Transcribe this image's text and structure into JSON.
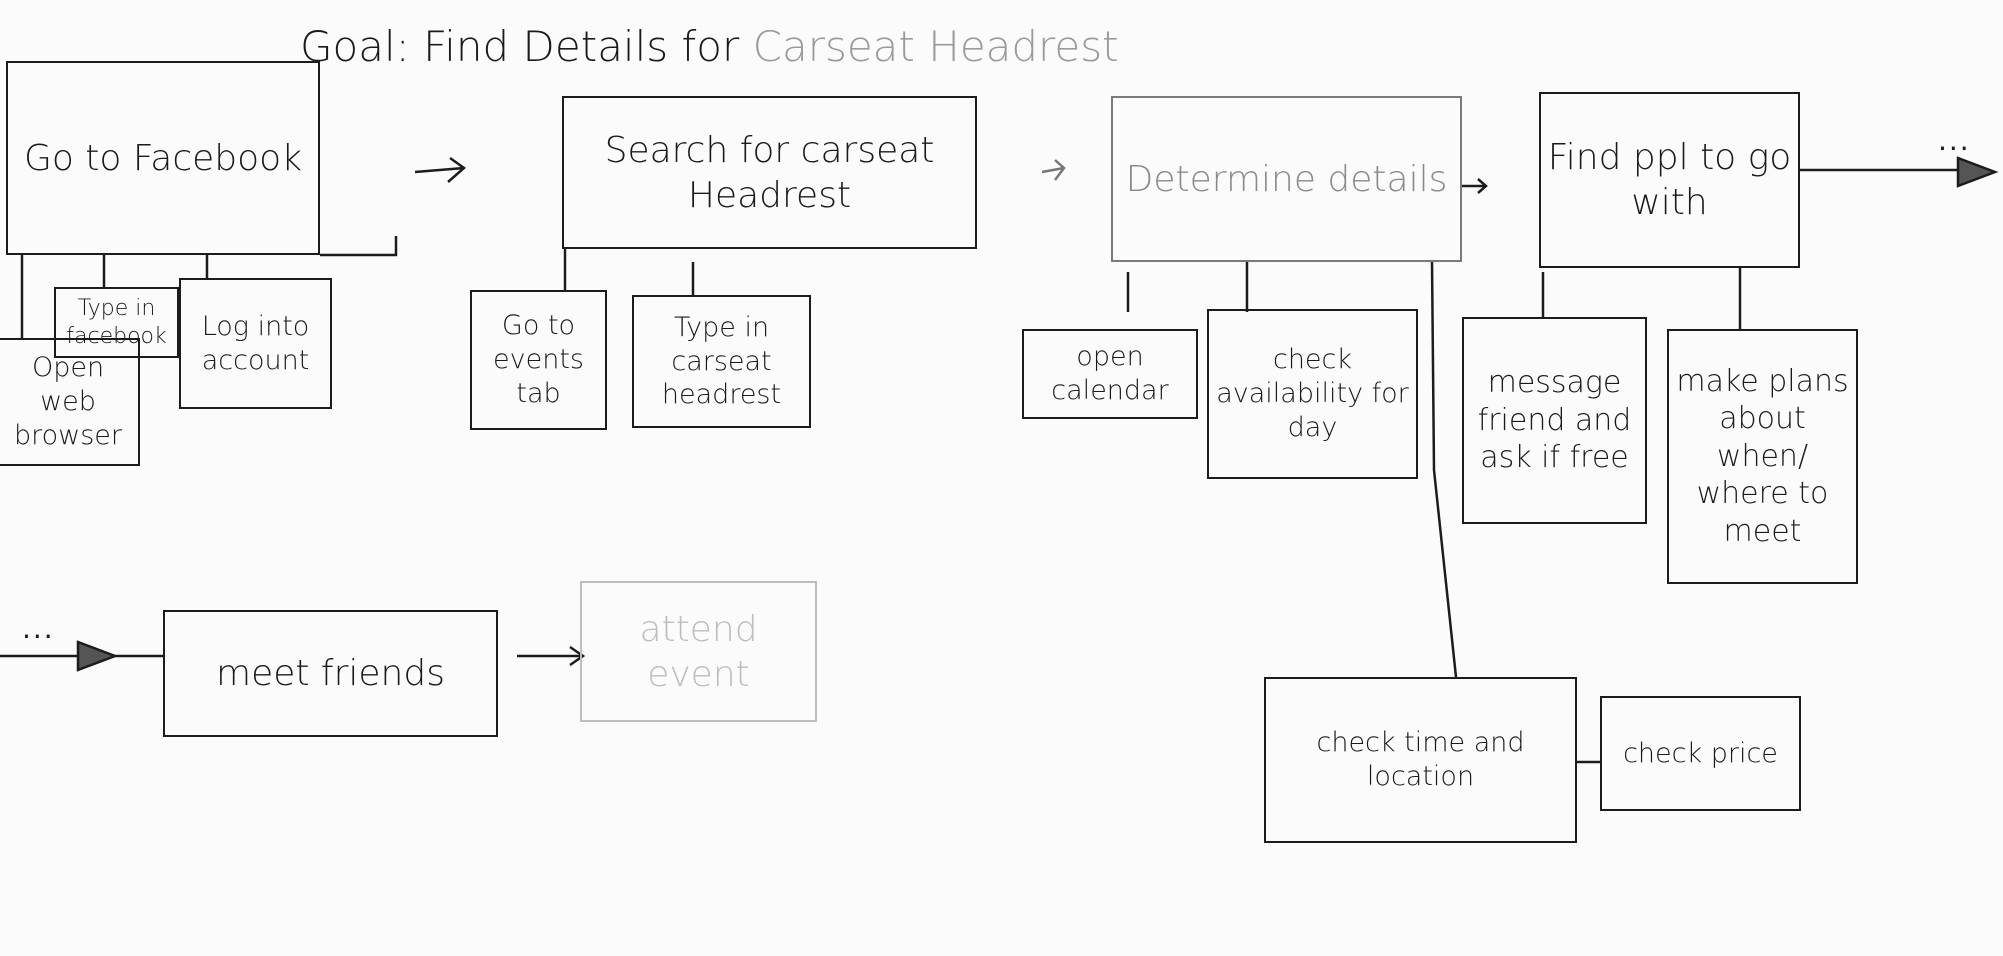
{
  "title": {
    "prefix": "Goal: Find Details for",
    "subject": "Carseat Headrest"
  },
  "steps": [
    {
      "label": "Go to Facebook",
      "subtasks": [
        "Open web browser",
        "Type in facebook",
        "Log into account"
      ]
    },
    {
      "label": "Search for carseat Headrest",
      "subtasks": [
        "Go to events tab",
        "Type in carseat headrest"
      ]
    },
    {
      "label": "Determine details",
      "subtasks": [
        "open calendar",
        "check availability for day",
        "check time and location",
        "check price"
      ]
    },
    {
      "label": "Find ppl to go with",
      "subtasks": [
        "message friend and ask if free",
        "make plans about when/ where to meet"
      ]
    },
    {
      "label": "meet friends"
    },
    {
      "label": "attend event"
    }
  ],
  "continuation": "..."
}
